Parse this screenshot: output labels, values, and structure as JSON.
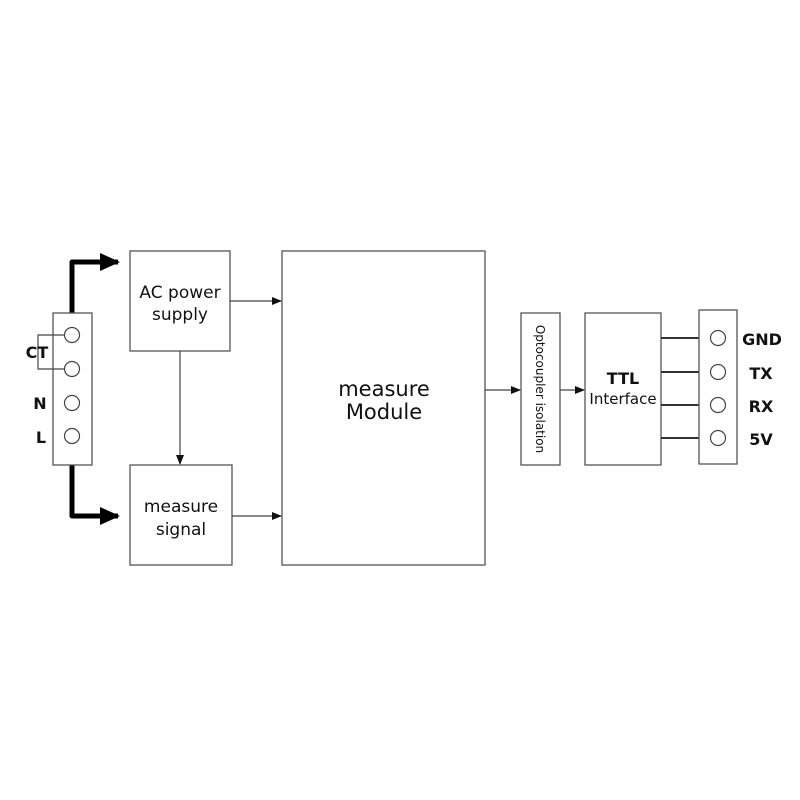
{
  "blocks": {
    "ac_power": [
      "AC power",
      "supply"
    ],
    "measure_signal": [
      "measure",
      "signal"
    ],
    "measure_module": [
      "measure",
      "Module"
    ],
    "optocoupler": "Optocoupler isolation",
    "ttl": [
      "TTL",
      "Interface"
    ]
  },
  "input_terminal": {
    "ct": "CT",
    "n": "N",
    "l": "L"
  },
  "output_terminal": [
    "GND",
    "TX",
    "RX",
    "5V"
  ]
}
